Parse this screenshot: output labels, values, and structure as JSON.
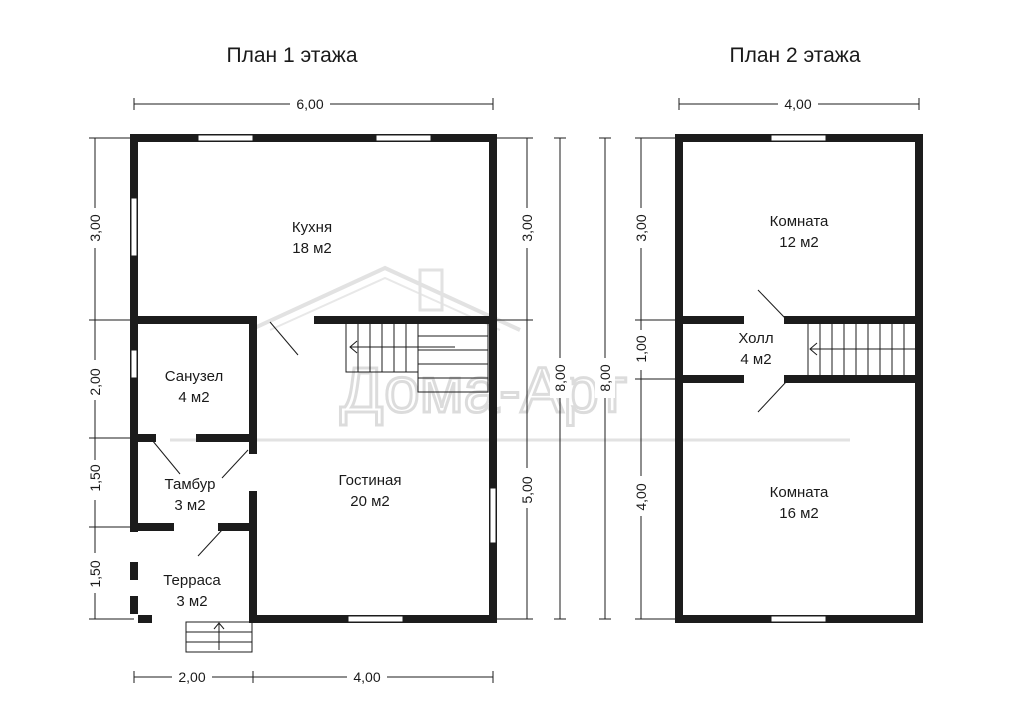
{
  "floor1": {
    "title": "План 1 этажа",
    "dims": {
      "top": "6,00",
      "left_kitchen": "3,00",
      "left_bath": "2,00",
      "left_tambur": "1,50",
      "left_terrace": "1,50",
      "right_kitchen": "3,00",
      "right_living": "5,00",
      "total": "8,00",
      "bottom_left": "2,00",
      "bottom_right": "4,00"
    },
    "rooms": {
      "kitchen_name": "Кухня",
      "kitchen_area": "18 м2",
      "bath_name": "Санузел",
      "bath_area": "4 м2",
      "tambur_name": "Тамбур",
      "tambur_area": "3 м2",
      "terrace_name": "Терраса",
      "terrace_area": "3 м2",
      "living_name": "Гостиная",
      "living_area": "20 м2"
    }
  },
  "floor2": {
    "title": "План 2 этажа",
    "dims": {
      "top": "4,00",
      "left_room1": "3,00",
      "left_hall": "1,00",
      "left_room2": "4,00",
      "total": "8,00"
    },
    "rooms": {
      "room1_name": "Комната",
      "room1_area": "12 м2",
      "hall_name": "Холл",
      "hall_area": "4 м2",
      "room2_name": "Комната",
      "room2_area": "16 м2"
    }
  },
  "watermark": "Дома-Арт"
}
